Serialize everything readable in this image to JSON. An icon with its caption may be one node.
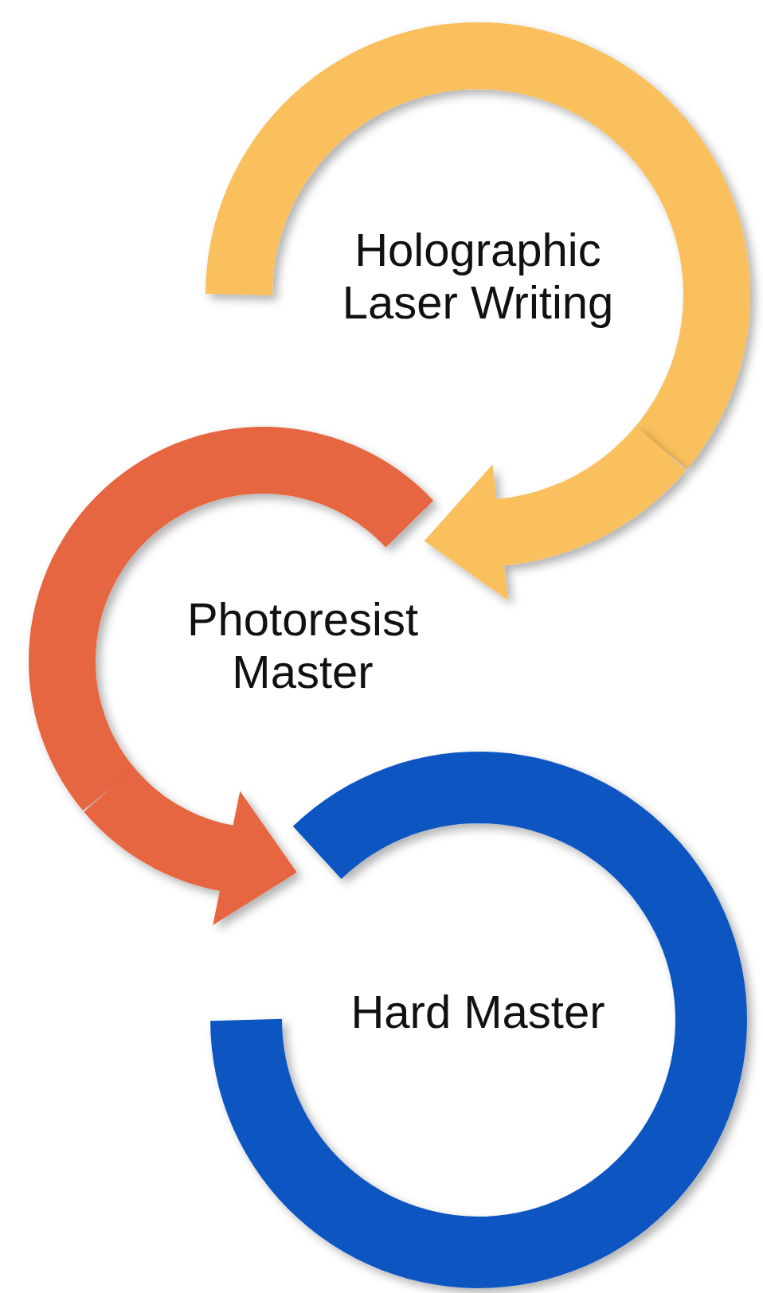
{
  "diagram": {
    "nodes": [
      {
        "text": [
          "Holographic Laser Writing"
        ]
      },
      {
        "text": [
          "Photoresist Master"
        ]
      },
      {
        "text": [
          "Hard Master"
        ]
      }
    ],
    "edges": [
      {
        "from": 0,
        "to": 1,
        "arrow": "to",
        "color": "#f9c05d"
      },
      {
        "from": 1,
        "to": 2,
        "arrow": "to",
        "color": "#e56641"
      }
    ]
  }
}
